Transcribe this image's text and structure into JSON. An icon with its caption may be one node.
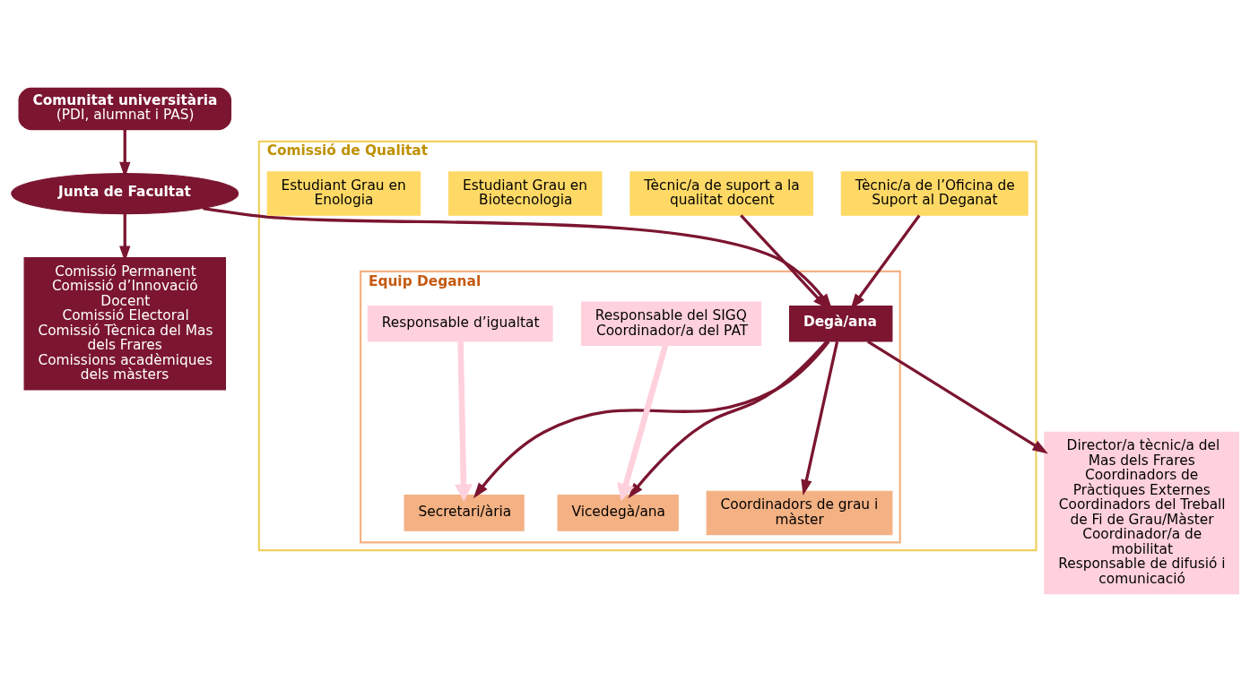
{
  "diagram": {
    "nodes": [
      {
        "text": [
          "Comunitat universitària",
          "(PDI, alumnat i PAS)"
        ]
      },
      {
        "text": [
          "Junta de Facultat"
        ]
      },
      {
        "text": [
          "Comissió Permanent",
          "Comissió d’Innovació Docent",
          "Comissió Electoral",
          "Comissió Tècnica del Mas dels Frares",
          "Comissions acadèmiques dels màsters"
        ]
      },
      {
        "text": [
          "Comissió de Qualitat"
        ]
      },
      {
        "text": [
          "Equip Deganal"
        ],
        "in": 3
      },
      {
        "text": [
          "Degà/ana"
        ],
        "in": 4
      },
      {
        "text": [
          "Vicedegà/ana"
        ],
        "in": 4
      },
      {
        "text": [
          "Secretari/ària"
        ],
        "in": 4
      },
      {
        "text": [
          "Responsable del SIGQ",
          "Coordinador/a del PAT"
        ],
        "in": 4
      },
      {
        "text": [
          "Responsable d’igualtat"
        ],
        "in": 4
      },
      {
        "text": [
          "Coordinadors de grau i màster"
        ],
        "in": 4
      },
      {
        "text": [
          "Tècnic/a de l’Oficina de Suport al Deganat"
        ],
        "in": 3
      },
      {
        "text": [
          "Tècnic/a de suport a la qualitat docent"
        ],
        "in": 3
      },
      {
        "text": [
          "Estudiant Grau en Biotecnologia"
        ],
        "in": 3
      },
      {
        "text": [
          "Estudiant Grau en Enologia"
        ],
        "in": 3
      },
      {
        "text": [
          "Director/a tècnic/a del Mas dels Frares",
          "Coordinadors de Pràctiques Externes",
          "Coordinadors del Treball de Fi de Grau/Màster",
          "Coordinador/a de mobilitat",
          "Responsable de difusió i comunicació"
        ]
      }
    ],
    "edges": [
      {
        "from": 0,
        "to": 1,
        "arrow": "to"
      },
      {
        "from": 1,
        "to": 2,
        "arrow": "to"
      },
      {
        "from": 1,
        "to": 5,
        "arrow": "to"
      },
      {
        "from": 5,
        "to": 10,
        "arrow": "to"
      },
      {
        "from": 5,
        "to": 6,
        "arrow": "to"
      },
      {
        "from": 5,
        "to": 7,
        "arrow": "to"
      },
      {
        "from": 5,
        "to": 15,
        "arrow": "to"
      },
      {
        "from": 11,
        "to": 5,
        "arrow": "to"
      },
      {
        "from": 12,
        "to": 5,
        "arrow": "to"
      },
      {
        "from": 8,
        "to": 6,
        "arrow": "to",
        "style": "thick",
        "color": "#ffd1dc"
      },
      {
        "from": 9,
        "to": 7,
        "arrow": "to",
        "style": "thick",
        "color": "#ffd1dc"
      }
    ]
  }
}
